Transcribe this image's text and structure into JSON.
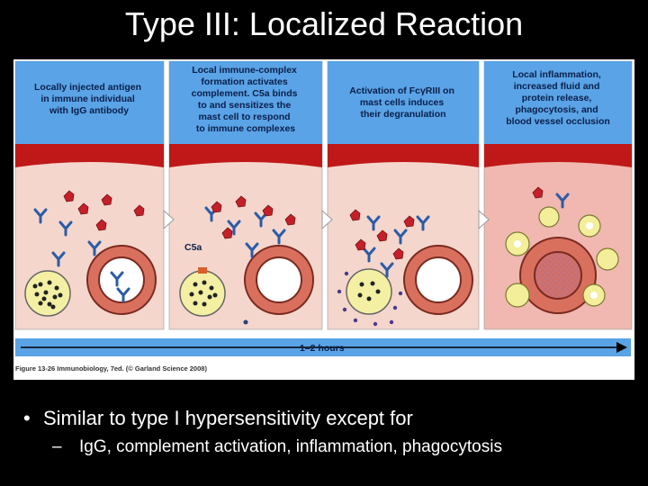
{
  "title": "Type III: Localized Reaction",
  "figure": {
    "panels": [
      {
        "caption": [
          "Locally injected antigen",
          "in immune individual",
          "with IgG antibody"
        ]
      },
      {
        "caption": [
          "Local immune-complex",
          "formation activates",
          "complement. C5a binds",
          "to and sensitizes the",
          "mast cell to respond",
          "to immune complexes"
        ]
      },
      {
        "caption": [
          "Activation of FcγRIII on",
          "mast cells induces",
          "their degranulation"
        ]
      },
      {
        "caption": [
          "Local inflammation,",
          "increased fluid and",
          "protein release,",
          "phagocytosis, and",
          "blood vessel occlusion"
        ]
      }
    ],
    "c5a_label": "C5a",
    "timeline_label": "1–2 hours",
    "credit": "Figure 13-26  Immunobiology, 7ed. (© Garland Science 2008)",
    "colors": {
      "caption_bg": "#5aa3e6",
      "tissue_top": "#c01818",
      "tissue": "#f4d6cc",
      "inflamed": "#f0b8b0"
    }
  },
  "bullets": [
    {
      "marker": "•",
      "text": "Similar to type I hypersensitivity except for"
    },
    {
      "marker": "–",
      "text": "IgG, complement activation, inflammation, phagocytosis"
    }
  ]
}
